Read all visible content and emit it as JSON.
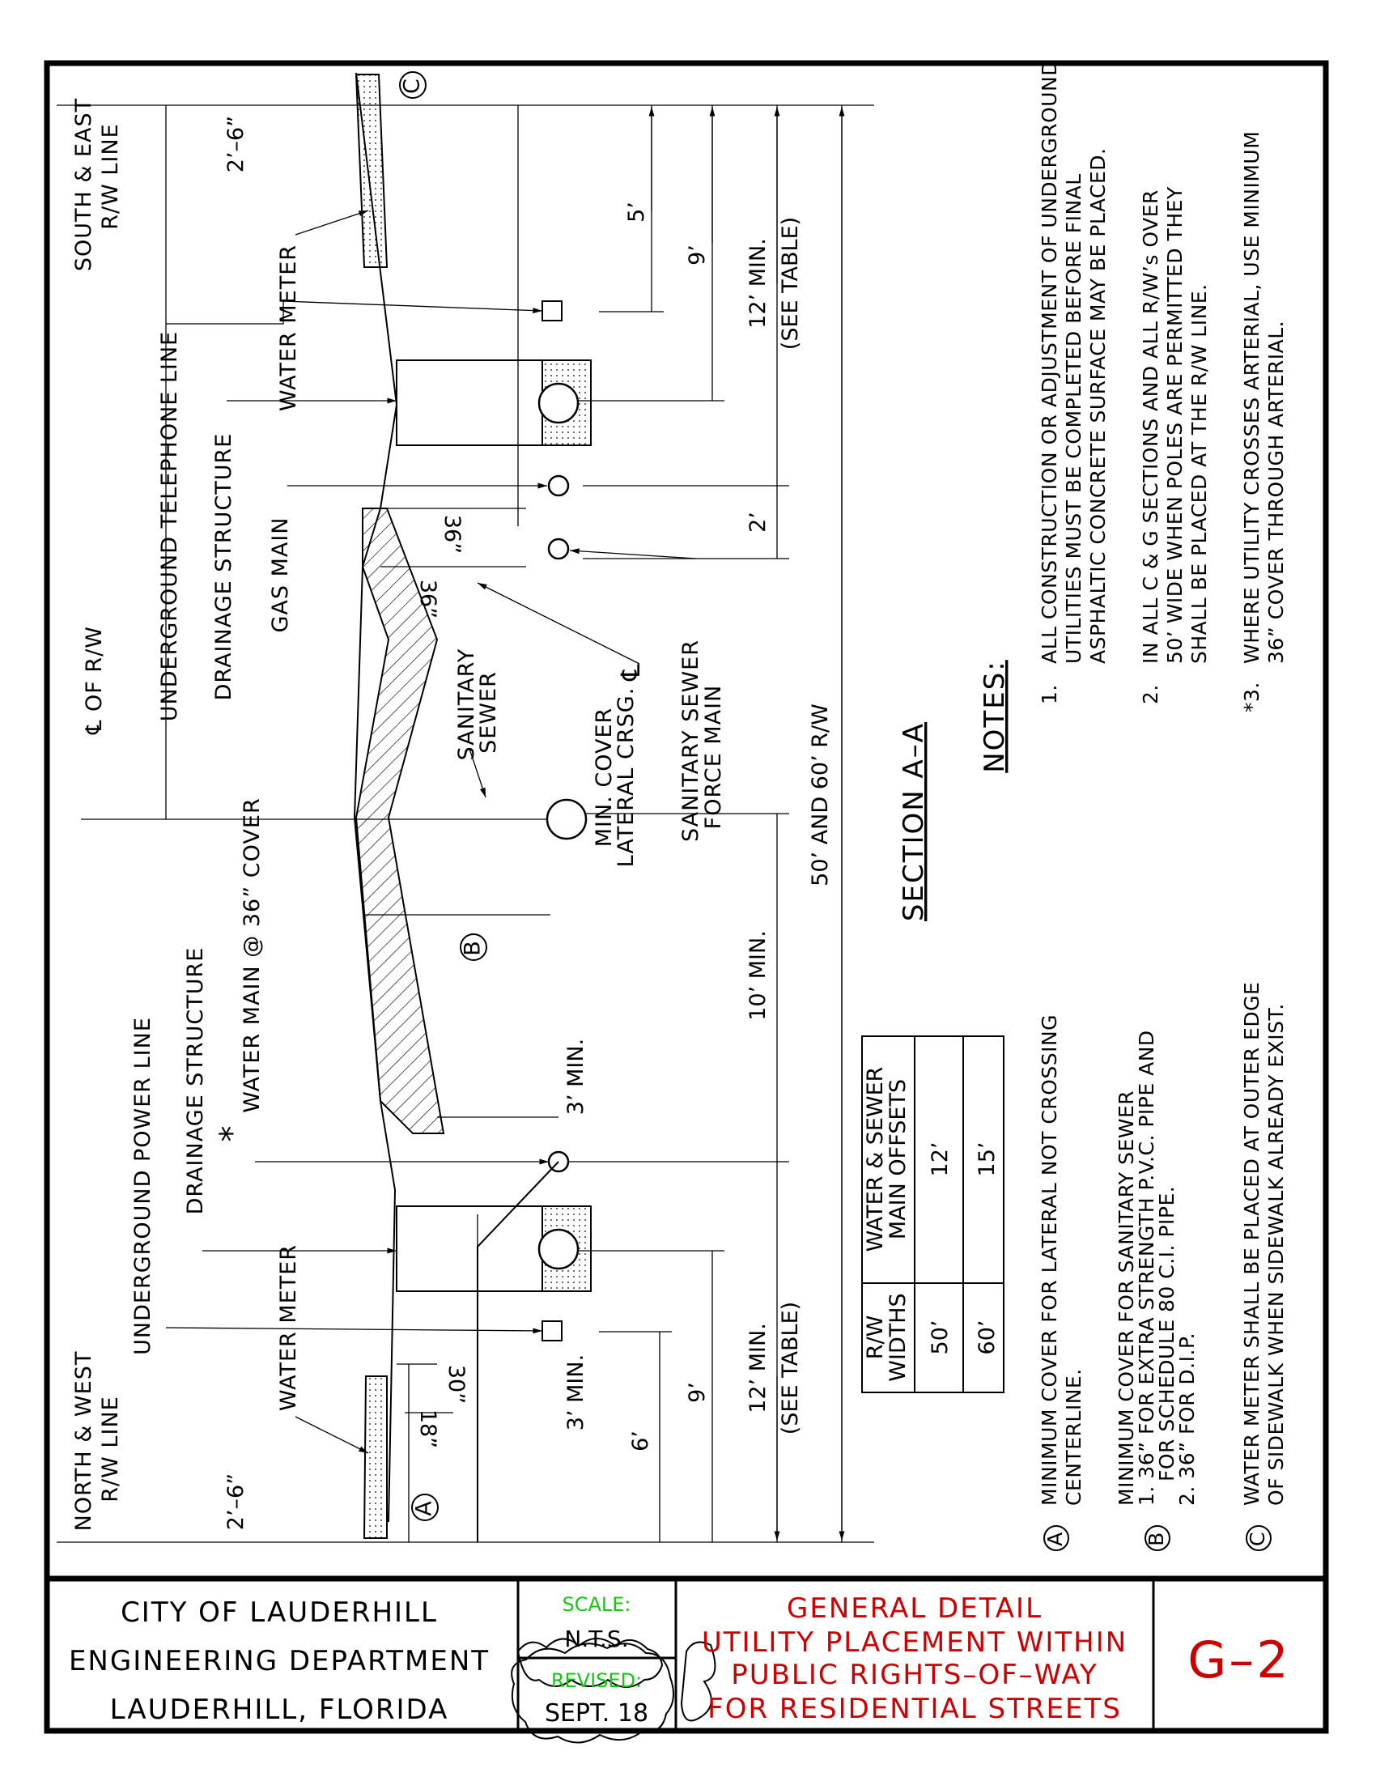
{
  "drawing": {
    "rw_labels": {
      "south_east": [
        "SOUTH & EAST",
        "R/W LINE"
      ],
      "north_west": [
        "NORTH & WEST",
        "R/W LINE"
      ],
      "centerline": "℄ OF R/W"
    },
    "utility_labels": {
      "underground_telephone": "UNDERGROUND TELEPHONE LINE",
      "drainage_structure_right": "DRAINAGE STRUCTURE",
      "gas_main": "GAS MAIN",
      "water_meter_right": "WATER METER",
      "underground_power": "UNDERGROUND POWER LINE",
      "drainage_structure_left": "DRAINAGE STRUCTURE",
      "water_main": "WATER MAIN @ 36” COVER",
      "water_main_mark": "*",
      "water_meter_left": "WATER METER",
      "sanitary_sewer": [
        "SANITARY",
        "SEWER"
      ],
      "min_cover_lateral": [
        "MIN. COVER",
        "LATERAL CRSG."
      ],
      "sanitary_force_main": [
        "SANITARY SEWER",
        "FORCE MAIN"
      ],
      "crossing_symbol": "℄"
    },
    "callouts": {
      "a": "A",
      "b": "B",
      "c": "C"
    },
    "dimensions": {
      "top_2_6": "2’–6”",
      "bottom_2_6": "2’–6”",
      "five": "5’",
      "nine_right": "9’",
      "twelve_right": [
        "12’ MIN.",
        "(SEE TABLE)"
      ],
      "two": "2’",
      "cover_36_a": "36”",
      "cover_36_b": "36”",
      "overall": "50’ AND 60’ R/W",
      "ten_min": "10’ MIN.",
      "three_min_a": "3’ MIN.",
      "three_min_b": "3’ MIN.",
      "thirty": "30”",
      "eighteen": "18”",
      "six": "6’",
      "nine_left": "9’",
      "twelve_left": [
        "12’ MIN.",
        "(SEE TABLE)"
      ]
    },
    "section_title": "SECTION A–A",
    "offset_table": {
      "headers": [
        [
          "R/W",
          "WIDTHS"
        ],
        [
          "WATER & SEWER",
          "MAIN OFFSETS"
        ]
      ],
      "rows": [
        [
          "50’",
          "12’"
        ],
        [
          "60’",
          "15’"
        ]
      ]
    },
    "notes_title": "NOTES:",
    "notes": [
      {
        "num": "1.",
        "lines": [
          "ALL CONSTRUCTION OR ADJUSTMENT OF UNDERGROUND",
          "UTILITIES MUST BE COMPLETED BEFORE FINAL",
          "ASPHALTIC CONCRETE SURFACE MAY BE PLACED."
        ]
      },
      {
        "num": "2.",
        "lines": [
          "IN ALL C & G SECTIONS AND ALL R/W’s OVER",
          "50’ WIDE WHEN POLES ARE PERMITTED THEY",
          "SHALL BE PLACED AT THE R/W LINE."
        ]
      },
      {
        "num": "*3.",
        "lines": [
          "WHERE UTILITY CROSSES ARTERIAL, USE MINIMUM",
          "36” COVER THROUGH ARTERIAL."
        ]
      },
      {
        "num": "A",
        "lines": [
          "MINIMUM COVER FOR LATERAL NOT CROSSING",
          "CENTERLINE."
        ]
      },
      {
        "num": "B",
        "lines": [
          "MINIMUM COVER FOR SANITARY SEWER",
          "1. 36” FOR EXTRA STRENGTH P.V.C. PIPE AND",
          "FOR SCHEDULE 80 C.I. PIPE.",
          "2. 36” FOR D.I.P."
        ]
      },
      {
        "num": "C",
        "lines": [
          "WATER METER SHALL BE PLACED AT OUTER EDGE",
          "OF SIDEWALK WHEN SIDEWALK ALREADY EXIST."
        ]
      }
    ]
  },
  "title_block": {
    "org": [
      "CITY OF LAUDERHILL",
      "ENGINEERING DEPARTMENT",
      "LAUDERHILL, FLORIDA"
    ],
    "scale_label": "SCALE:",
    "scale_value": "N.T.S.",
    "revised_label": "REVISED:",
    "revised_value": "SEPT. 18",
    "title": [
      "GENERAL DETAIL",
      "UTILITY PLACEMENT WITHIN",
      "PUBLIC RIGHTS–OF–WAY",
      "FOR RESIDENTIAL STREETS"
    ],
    "sheet_number": "G–2"
  },
  "colors": {
    "ink": "#000000",
    "title_red": "#cc0000",
    "scale_green": "#16c616"
  }
}
